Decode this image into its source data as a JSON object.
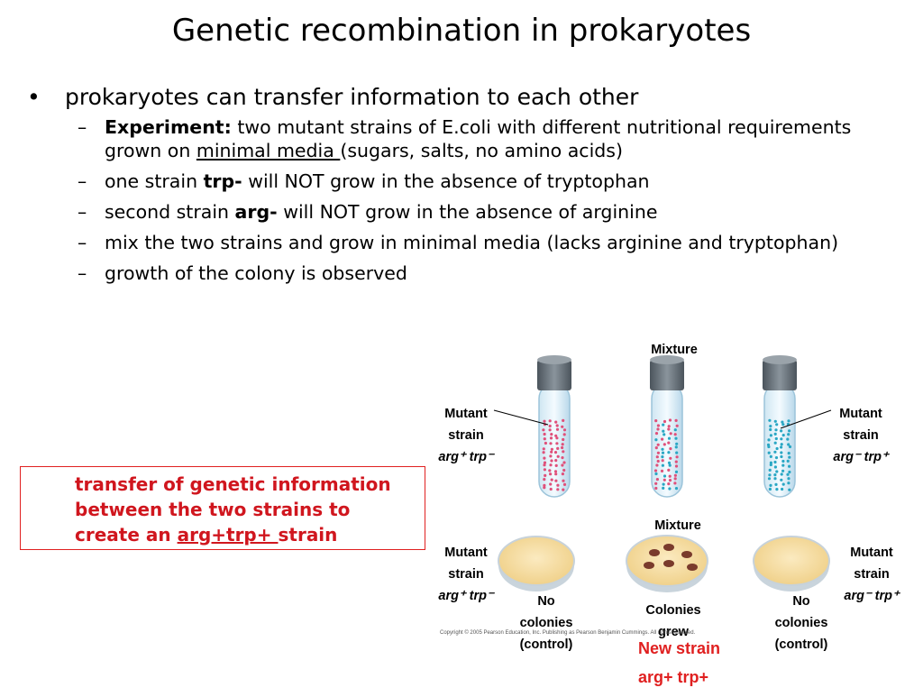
{
  "slide": {
    "title": "Genetic recombination in prokaryotes",
    "bullet1": "prokaryotes can transfer information to each other",
    "sub1": {
      "bold": "Experiment:",
      "text_a": " two mutant strains of E.coli with different nutritional requirements grown on ",
      "underline": "minimal media ",
      "text_b": "(sugars, salts, no amino acids)"
    },
    "sub2": {
      "a": "one strain ",
      "bold": "trp-",
      "b": " will NOT grow in the absence of tryptophan"
    },
    "sub3": {
      "a": "second strain ",
      "bold": "arg-",
      "b": " will NOT grow in the absence of arginine"
    },
    "sub4": "mix the two strains and grow in minimal media (lacks arginine and tryptophan)",
    "sub5": "growth of the colony is observed",
    "bullet_glyph": "•",
    "dash_glyph": "–"
  },
  "callout": {
    "line_a": "transfer of genetic information between the two strains to create an ",
    "underline": "arg+trp+ ",
    "line_b": "strain"
  },
  "figure": {
    "top_mixture": "Mixture",
    "left_tube": {
      "l1": "Mutant",
      "l2": "strain",
      "genotype": "arg⁺ trp⁻"
    },
    "right_tube": {
      "l1": "Mutant",
      "l2": "strain",
      "genotype": "arg⁻ trp⁺"
    },
    "plate_mixture": "Mixture",
    "left_plate": {
      "l1": "Mutant",
      "l2": "strain",
      "genotype": "arg⁺ trp⁻",
      "result1": "No",
      "result2": "colonies",
      "result3": "(control)"
    },
    "right_plate": {
      "l1": "Mutant",
      "l2": "strain",
      "genotype": "arg⁻ trp⁺",
      "result1": "No",
      "result2": "colonies",
      "result3": "(control)"
    },
    "middle_result1": "Colonies",
    "middle_result2": "grew",
    "new_strain1": "New strain",
    "new_strain2": "arg+ trp+",
    "copyright": "Copyright © 2005 Pearson Education, Inc. Publishing as Pearson Benjamin Cummings. All rights reserved.",
    "colors": {
      "pink": "#e0507a",
      "cyan": "#2aa7c4",
      "agar": "#f6dfa8",
      "colony": "#7a3b2c",
      "cap": "#5d6770"
    }
  }
}
